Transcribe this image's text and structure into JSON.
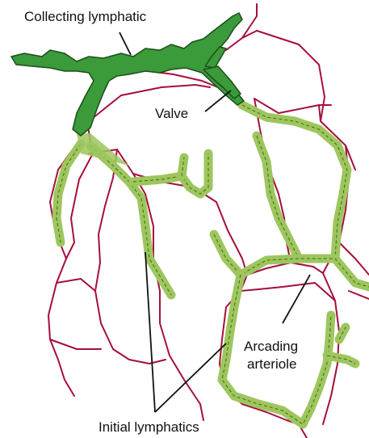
{
  "labels": {
    "collecting_lymphatic": "Collecting lymphatic",
    "valve": "Valve",
    "arcading_arteriole_line1": "Arcading",
    "arcading_arteriole_line2": "arteriole",
    "initial_lymphatics": "Initial lymphatics"
  },
  "colors": {
    "arteriole": "#a50f3b",
    "initial_lymphatic": "#9ec65e",
    "collecting_lymphatic": "#3b9a3a",
    "background": "#ffffff"
  }
}
